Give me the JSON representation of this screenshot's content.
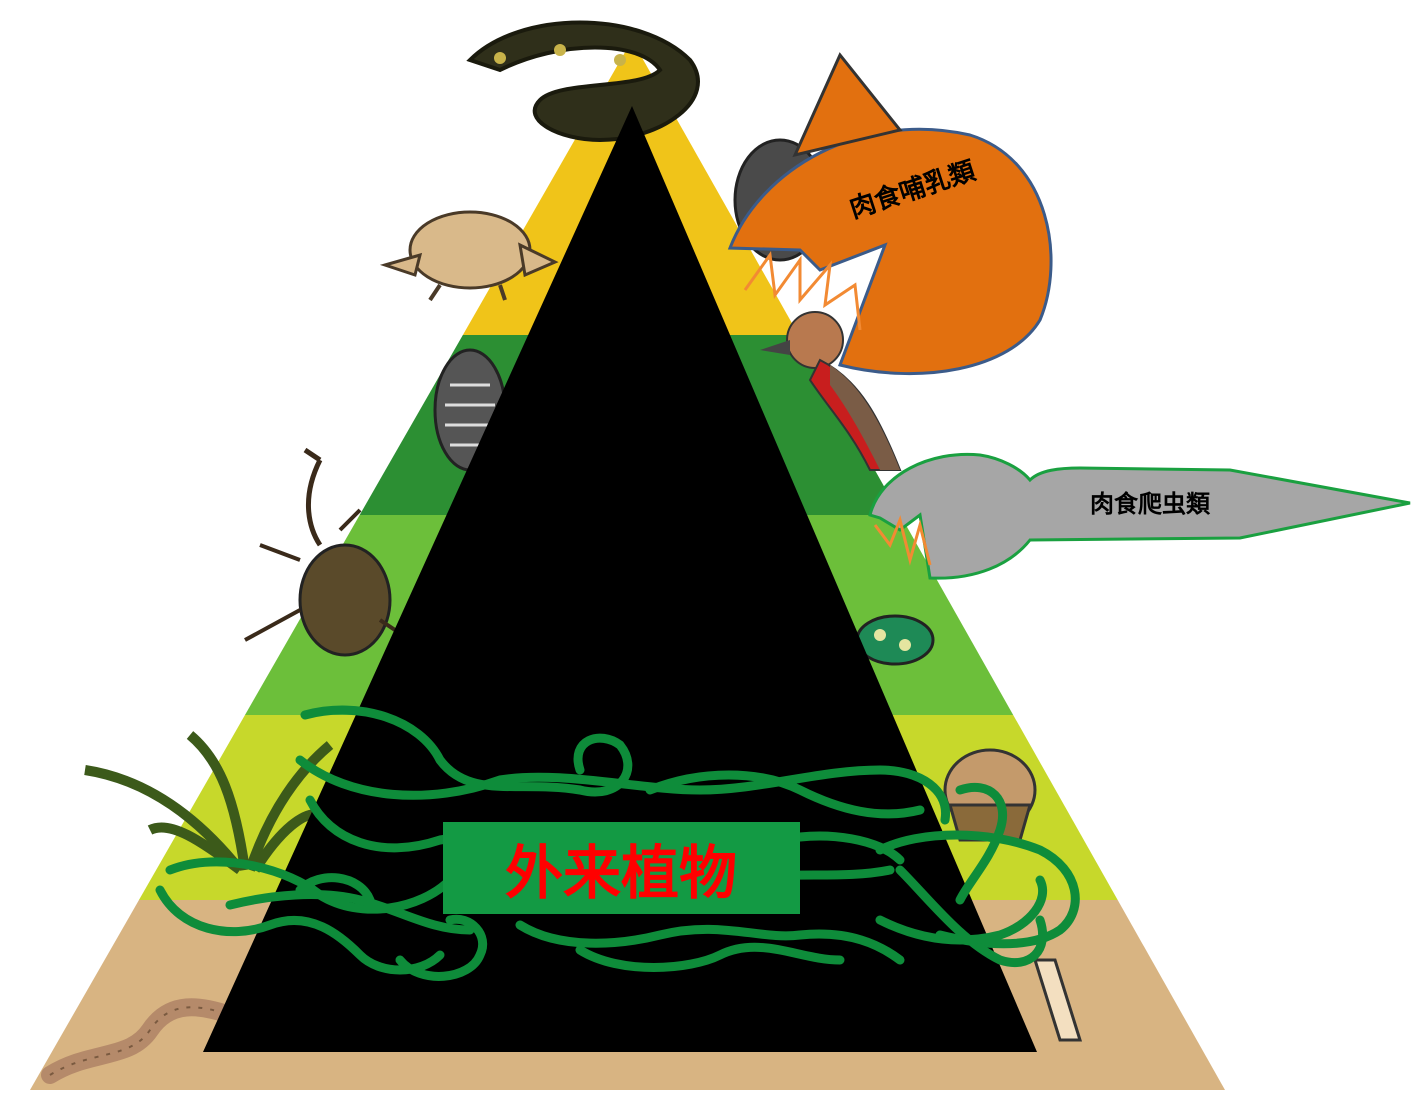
{
  "labels": {
    "carnivorous_mammals": "肉食哺乳類",
    "carnivorous_reptiles": "肉食爬虫類",
    "invasive_plants": "外来植物"
  },
  "colors": {
    "top_layer": "#f0c419",
    "upper_green": "#2c8f33",
    "middle_green": "#6cbf3a",
    "lower_yellow_green": "#c7d82b",
    "soil": "#d8b482",
    "black_triangle": "#000000",
    "mammal_shape": "#e2700f",
    "reptile_shape": "#a6a6a6",
    "vine_outline": "#0e8c3a",
    "plant_label_box": "#139a44",
    "plant_label_text": "#ff0000"
  },
  "icons": [
    "snake-icon",
    "boar-icon",
    "crow-icon",
    "woodpecker-icon",
    "cicada-icon",
    "stag-beetle-icon",
    "beetle-icon",
    "fern-plant-icon",
    "acorn-icon",
    "earthworm-icon"
  ]
}
